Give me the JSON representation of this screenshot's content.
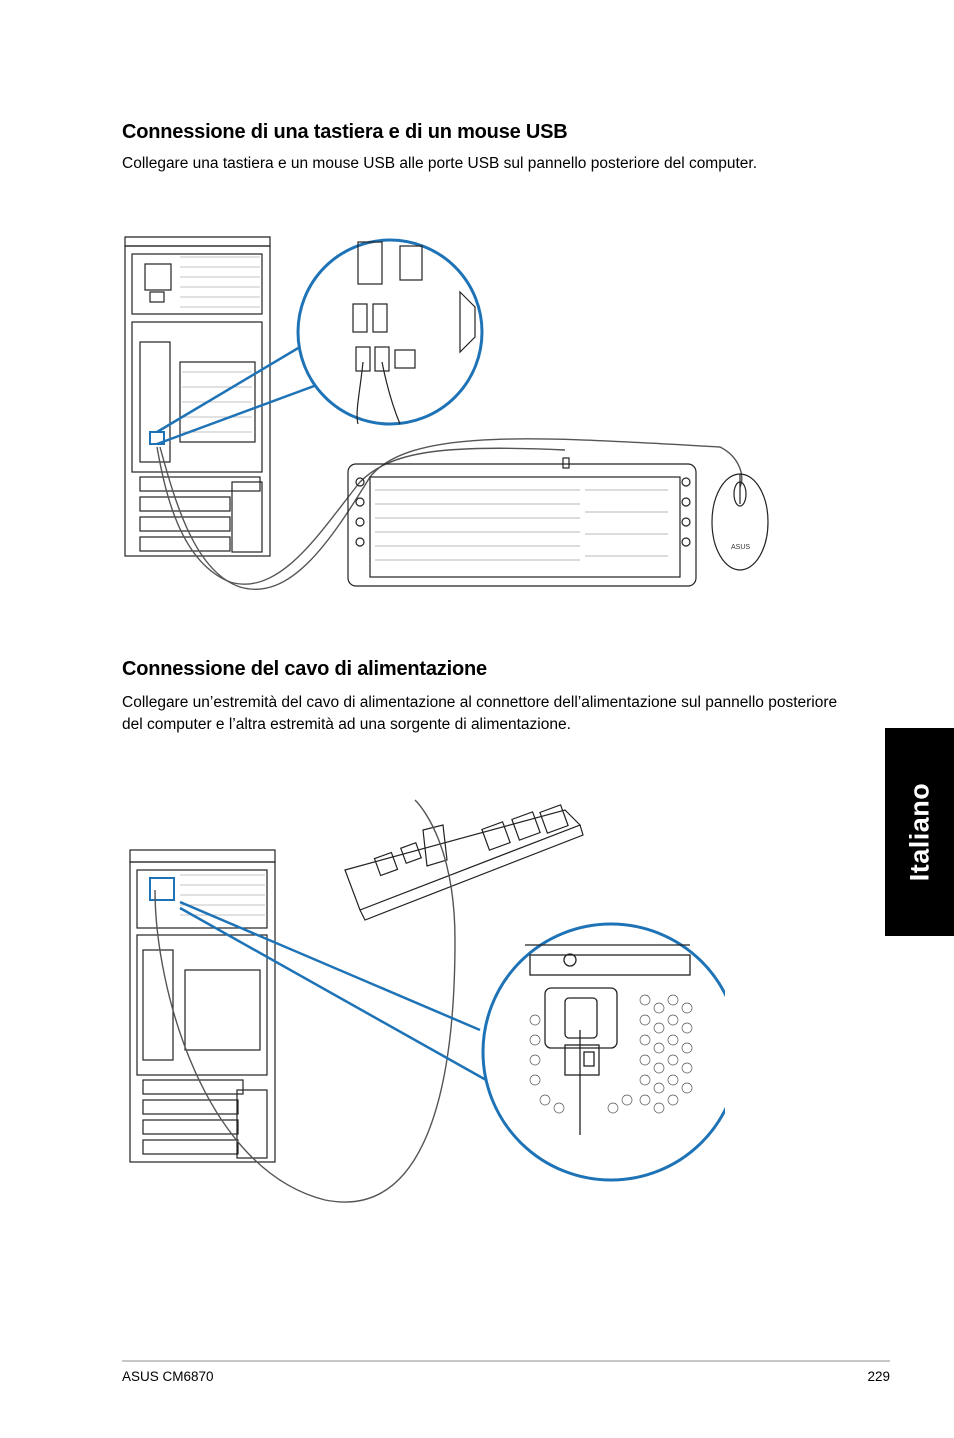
{
  "section1": {
    "title": "Connessione di una tastiera e di un mouse USB",
    "text": "Collegare una tastiera e un mouse USB alle porte USB sul pannello posteriore del computer."
  },
  "section2": {
    "title": "Connessione del cavo di alimentazione",
    "text": "Collegare un’estremità del cavo di alimentazione al connettore dell’alimentazione sul pannello posteriore del computer e l’altra estremità ad una sorgente di alimentazione."
  },
  "side_tab": {
    "label": "Italiano"
  },
  "figure1": {
    "mouse_brand": "ASUS"
  },
  "footer": {
    "product": "ASUS CM6870",
    "page": "229"
  },
  "colors": {
    "callout": "#1e73b7",
    "tab": "#000000"
  }
}
